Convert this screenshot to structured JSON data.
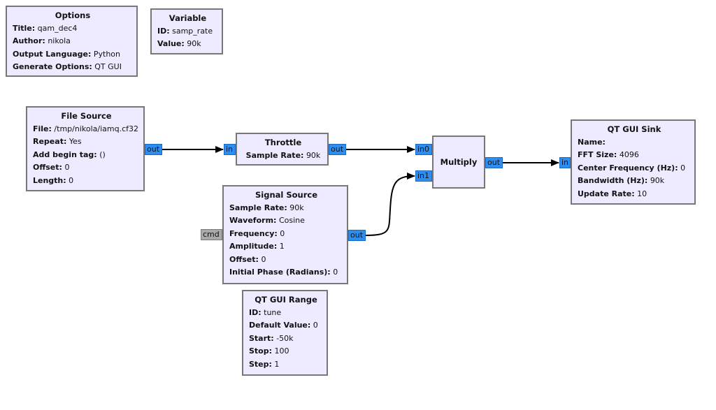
{
  "blocks": {
    "options": {
      "title": "Options",
      "params": [
        {
          "label": "Title:",
          "value": "qam_dec4"
        },
        {
          "label": "Author:",
          "value": "nikola"
        },
        {
          "label": "Output Language:",
          "value": "Python"
        },
        {
          "label": "Generate Options:",
          "value": "QT GUI"
        }
      ]
    },
    "variable": {
      "title": "Variable",
      "params": [
        {
          "label": "ID:",
          "value": "samp_rate"
        },
        {
          "label": "Value:",
          "value": "90k"
        }
      ]
    },
    "file_source": {
      "title": "File Source",
      "params": [
        {
          "label": "File:",
          "value": "/tmp/nikola/iamq.cf32"
        },
        {
          "label": "Repeat:",
          "value": "Yes"
        },
        {
          "label": "Add begin tag:",
          "value": "()"
        },
        {
          "label": "Offset:",
          "value": "0"
        },
        {
          "label": "Length:",
          "value": "0"
        }
      ],
      "ports": {
        "out": "out"
      }
    },
    "throttle": {
      "title": "Throttle",
      "params": [
        {
          "label": "Sample Rate:",
          "value": "90k"
        }
      ],
      "ports": {
        "in": "in",
        "out": "out"
      }
    },
    "multiply": {
      "title": "Multiply",
      "ports": {
        "in0": "in0",
        "in1": "in1",
        "out": "out"
      }
    },
    "qt_gui_sink": {
      "title": "QT GUI Sink",
      "params": [
        {
          "label": "Name:",
          "value": ""
        },
        {
          "label": "FFT Size:",
          "value": "4096"
        },
        {
          "label": "Center Frequency (Hz):",
          "value": "0"
        },
        {
          "label": "Bandwidth (Hz):",
          "value": "90k"
        },
        {
          "label": "Update Rate:",
          "value": "10"
        }
      ],
      "ports": {
        "in": "in"
      }
    },
    "signal_source": {
      "title": "Signal Source",
      "params": [
        {
          "label": "Sample Rate:",
          "value": "90k"
        },
        {
          "label": "Waveform:",
          "value": "Cosine"
        },
        {
          "label": "Frequency:",
          "value": "0"
        },
        {
          "label": "Amplitude:",
          "value": "1"
        },
        {
          "label": "Offset:",
          "value": "0"
        },
        {
          "label": "Initial Phase (Radians):",
          "value": "0"
        }
      ],
      "ports": {
        "cmd": "cmd",
        "out": "out"
      }
    },
    "qt_gui_range": {
      "title": "QT GUI Range",
      "params": [
        {
          "label": "ID:",
          "value": "tune"
        },
        {
          "label": "Default Value:",
          "value": "0"
        },
        {
          "label": "Start:",
          "value": "-50k"
        },
        {
          "label": "Stop:",
          "value": "100"
        },
        {
          "label": "Step:",
          "value": "1"
        }
      ]
    }
  },
  "connections": [
    {
      "from": "file_source.out",
      "to": "throttle.in"
    },
    {
      "from": "throttle.out",
      "to": "multiply.in0"
    },
    {
      "from": "signal_source.out",
      "to": "multiply.in1"
    },
    {
      "from": "multiply.out",
      "to": "qt_gui_sink.in"
    }
  ],
  "colors": {
    "block_fill": "#eeeaff",
    "block_border": "#777777",
    "port_fill": "#2e8ef0",
    "message_port_fill": "#a9a9a9",
    "wire": "#000000"
  }
}
